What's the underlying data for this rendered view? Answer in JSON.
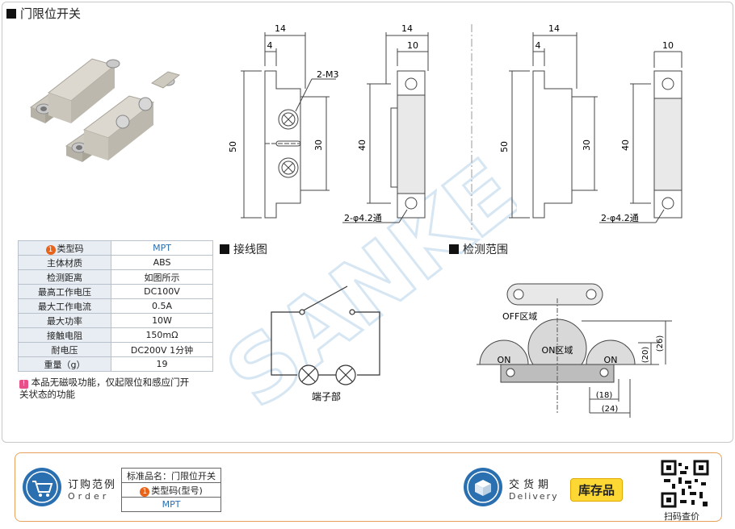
{
  "title": "门限位开关",
  "spec_table": {
    "rows": [
      {
        "key": "类型码",
        "value": "MPT"
      },
      {
        "key": "主体材质",
        "value": "ABS"
      },
      {
        "key": "检测距离",
        "value": "如图所示"
      },
      {
        "key": "最高工作电压",
        "value": "DC100V"
      },
      {
        "key": "最大工作电流",
        "value": "0.5A"
      },
      {
        "key": "最大功率",
        "value": "10W"
      },
      {
        "key": "接触电阻",
        "value": "150mΩ"
      },
      {
        "key": "耐电压",
        "value": "DC200V 1分钟"
      },
      {
        "key": "重量（g）",
        "value": "19"
      }
    ],
    "note": "本品无磁吸功能，仅起限位和感应门开关状态的功能",
    "note_marker": "!",
    "row_marker": "1"
  },
  "dim_drawing_left": {
    "dims": {
      "w14": "14",
      "w4": "4",
      "w10": "10",
      "h50": "50",
      "h30": "30",
      "h40": "40"
    },
    "thread_label": "2-M3",
    "hole_label": "2-φ4.2通"
  },
  "dim_drawing_right": {
    "dims": {
      "w14": "14",
      "w4": "4",
      "w10": "10",
      "h50": "50",
      "h30": "30",
      "h40": "40"
    },
    "hole_label": "2-φ4.2通"
  },
  "wiring": {
    "title": "接线图",
    "caption": "端子部"
  },
  "detection": {
    "title": "检测范围",
    "off_label": "OFF区域",
    "on_center": "ON区域",
    "on_left": "ON",
    "on_right": "ON",
    "dim_20": "(20)",
    "dim_26": "(26)",
    "dim_18": "(18)",
    "dim_24": "(24)"
  },
  "watermark": "SANKE",
  "bottom": {
    "order_label": "订购范例",
    "order_sub": "Order",
    "std_name_label": "标准品名：门限位开关",
    "type_code_label": "类型码(型号)",
    "type_code_value": "MPT",
    "delivery_label": "交货期",
    "delivery_sub": "Delivery",
    "stock_label": "库存品",
    "qr_label": "扫码查价"
  },
  "colors": {
    "accent_orange": "#e8631a",
    "icon_blue": "#2a6fb0",
    "border_orange": "#e6a25a",
    "stock_yellow": "#fdd835"
  }
}
